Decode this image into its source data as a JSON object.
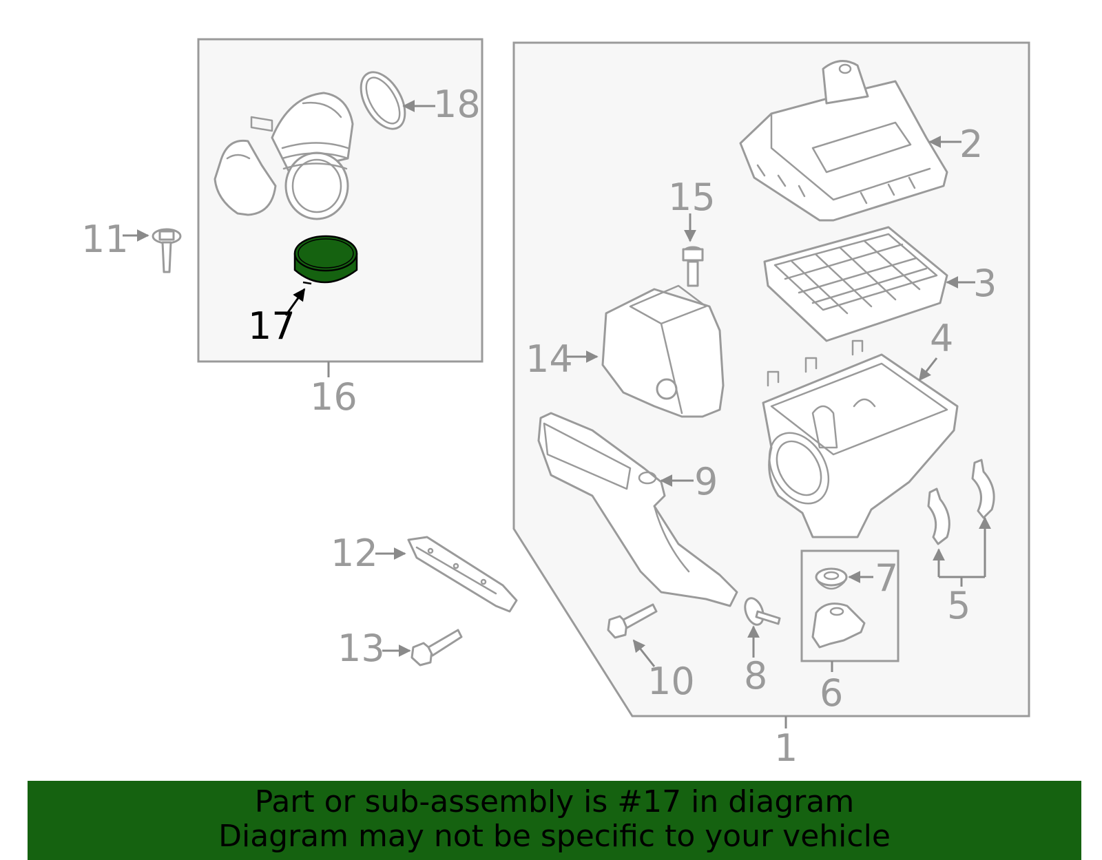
{
  "diagram": {
    "highlight_color": "#156210",
    "highlighted_part": "17",
    "callouts": [
      "1",
      "2",
      "3",
      "4",
      "5",
      "6",
      "7",
      "8",
      "9",
      "10",
      "11",
      "12",
      "13",
      "14",
      "15",
      "16",
      "17",
      "18"
    ]
  },
  "banner": {
    "line1": "Part or sub-assembly is #17 in diagram",
    "line2": "Diagram may not be specific to your vehicle",
    "background": "#156210"
  }
}
